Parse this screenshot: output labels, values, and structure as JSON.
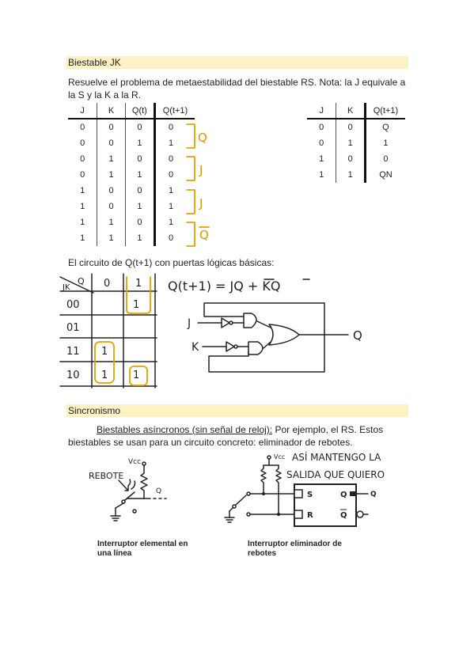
{
  "section1": {
    "title": "Biestable JK"
  },
  "intro": "Resuelve el problema de metaestabilidad del biestable RS. Nota: la J equivale a la S y la K a la R.",
  "table1": {
    "headers": [
      "J",
      "K",
      "Q(t)",
      "Q(t+1)"
    ],
    "rows": [
      [
        "0",
        "0",
        "0",
        "0"
      ],
      [
        "0",
        "0",
        "1",
        "1"
      ],
      [
        "0",
        "1",
        "0",
        "0"
      ],
      [
        "0",
        "1",
        "1",
        "0"
      ],
      [
        "1",
        "0",
        "0",
        "1"
      ],
      [
        "1",
        "0",
        "1",
        "1"
      ],
      [
        "1",
        "1",
        "0",
        "1"
      ],
      [
        "1",
        "1",
        "1",
        "0"
      ]
    ],
    "annotations": [
      "Q",
      "J",
      "J",
      "Q"
    ]
  },
  "table2": {
    "headers": [
      "J",
      "K",
      "Q(t+1)"
    ],
    "rows": [
      [
        "0",
        "0",
        "Q"
      ],
      [
        "0",
        "1",
        "1"
      ],
      [
        "1",
        "0",
        "0"
      ],
      [
        "1",
        "1",
        "QN"
      ]
    ]
  },
  "circuit_text": "El circuito de Q(t+1) con puertas lógicas básicas:",
  "kmap": {
    "corner_top": "Q",
    "corner_left": "JK",
    "cols": [
      "0",
      "1"
    ],
    "rows": [
      {
        "label": "00",
        "cells": [
          "",
          "1"
        ]
      },
      {
        "label": "01",
        "cells": [
          "",
          ""
        ]
      },
      {
        "label": "11",
        "cells": [
          "1",
          ""
        ]
      },
      {
        "label": "10",
        "cells": [
          "1",
          "1"
        ]
      }
    ]
  },
  "equation": "Q(t+1) = JQ + KQ",
  "logic": {
    "in_j": "J",
    "in_k": "K",
    "out": "Q"
  },
  "section2": {
    "title": "Sincronismo"
  },
  "sync": {
    "lead": "Biestables asíncronos (sin señal de reloj):",
    "rest": " Por ejemplo, el RS. Estos biestables se usan para un circuito concreto: eliminador de rebotes."
  },
  "fig1": {
    "vcc": "Vcc",
    "note": "REBOTE",
    "out": "Q",
    "caption": "Interruptor elemental en una línea"
  },
  "fig2": {
    "vcc": "Vcc",
    "note1": "ASÍ MANTENGO LA",
    "note2": "SALIDA QUE QUIERO",
    "s": "S",
    "r": "R",
    "q": "Q",
    "qn": "Q",
    "out": "Q",
    "caption": "Interruptor eliminador de rebotes"
  }
}
